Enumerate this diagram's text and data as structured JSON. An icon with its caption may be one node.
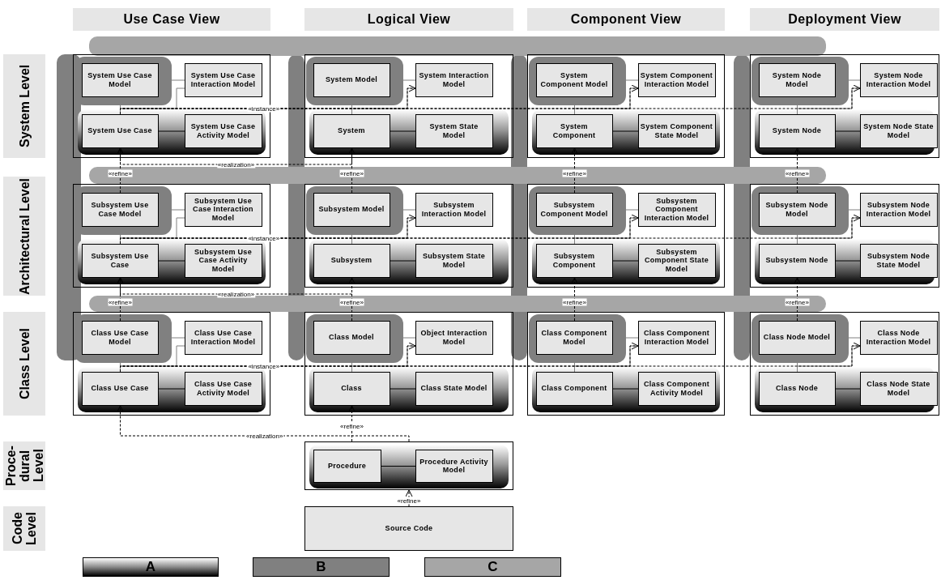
{
  "diagram": {
    "nodes": [
      {
        "text": [
          "Use Case View"
        ]
      },
      {
        "text": [
          "Logical View"
        ]
      },
      {
        "text": [
          "Component View"
        ]
      },
      {
        "text": [
          "Deployment View"
        ]
      },
      {
        "text": [
          "System Level"
        ]
      },
      {
        "text": [
          "Architectural Level"
        ]
      },
      {
        "text": [
          "Class Level"
        ]
      },
      {
        "text": [
          "Proce- dural Level"
        ]
      },
      {
        "text": [
          "Code Level"
        ]
      },
      {
        "text": [],
        "shape": "box"
      },
      {
        "text": [
          "System Use Case Model"
        ],
        "in": 9
      },
      {
        "text": [
          "System Use Case Interaction Model"
        ],
        "in": 9
      },
      {
        "text": [
          "System Use Case"
        ],
        "in": 9
      },
      {
        "text": [
          "System Use Case Activity Model"
        ],
        "in": 9
      },
      {
        "text": [],
        "shape": "box"
      },
      {
        "text": [
          "System Model"
        ],
        "in": 14
      },
      {
        "text": [
          "System Interaction Model"
        ],
        "in": 14
      },
      {
        "text": [
          "System"
        ],
        "in": 14
      },
      {
        "text": [
          "System State Model"
        ],
        "in": 14
      },
      {
        "text": [],
        "shape": "box"
      },
      {
        "text": [
          "System Component Model"
        ],
        "in": 19
      },
      {
        "text": [
          "System Component Interaction Model"
        ],
        "in": 19
      },
      {
        "text": [
          "System Component"
        ],
        "in": 19
      },
      {
        "text": [
          "System Component State Model"
        ],
        "in": 19
      },
      {
        "text": [],
        "shape": "box"
      },
      {
        "text": [
          "System Node Model"
        ],
        "in": 24
      },
      {
        "text": [
          "System Node Interaction Model"
        ],
        "in": 24
      },
      {
        "text": [
          "System Node"
        ],
        "in": 24
      },
      {
        "text": [
          "System Node State Model"
        ],
        "in": 24
      },
      {
        "text": [],
        "shape": "box"
      },
      {
        "text": [
          "Subsystem Use Case Model"
        ],
        "in": 29
      },
      {
        "text": [
          "Subsystem Use Case Interaction Model"
        ],
        "in": 29
      },
      {
        "text": [
          "Subsystem Use Case"
        ],
        "in": 29
      },
      {
        "text": [
          "Subsystem Use Case Activity Model"
        ],
        "in": 29
      },
      {
        "text": [],
        "shape": "box"
      },
      {
        "text": [
          "Subsystem Model"
        ],
        "in": 34
      },
      {
        "text": [
          "Subsystem Interaction Model"
        ],
        "in": 34
      },
      {
        "text": [
          "Subsystem"
        ],
        "in": 34
      },
      {
        "text": [
          "Subsystem State Model"
        ],
        "in": 34
      },
      {
        "text": [],
        "shape": "box"
      },
      {
        "text": [
          "Subsystem Component Model"
        ],
        "in": 39
      },
      {
        "text": [
          "Subsystem Component Interaction Model"
        ],
        "in": 39
      },
      {
        "text": [
          "Subsystem Component"
        ],
        "in": 39
      },
      {
        "text": [
          "Subsystem Component State Model"
        ],
        "in": 39
      },
      {
        "text": [],
        "shape": "box"
      },
      {
        "text": [
          "Subsystem Node Model"
        ],
        "in": 44
      },
      {
        "text": [
          "Subsystem Node Interaction Model"
        ],
        "in": 44
      },
      {
        "text": [
          "Subsystem Node"
        ],
        "in": 44
      },
      {
        "text": [
          "Subsystem Node State Model"
        ],
        "in": 44
      },
      {
        "text": [],
        "shape": "box"
      },
      {
        "text": [
          "Class Use Case Model"
        ],
        "in": 49
      },
      {
        "text": [
          "Class Use Case Interaction Model"
        ],
        "in": 49
      },
      {
        "text": [
          "Class Use Case"
        ],
        "in": 49
      },
      {
        "text": [
          "Class Use Case Activity Model"
        ],
        "in": 49
      },
      {
        "text": [],
        "shape": "box"
      },
      {
        "text": [
          "Class Model"
        ],
        "in": 54
      },
      {
        "text": [
          "Object Interaction Model"
        ],
        "in": 54
      },
      {
        "text": [
          "Class"
        ],
        "in": 54
      },
      {
        "text": [
          "Class State Model"
        ],
        "in": 54
      },
      {
        "text": [],
        "shape": "box"
      },
      {
        "text": [
          "Class Component Model"
        ],
        "in": 59
      },
      {
        "text": [
          "Class Component Interaction Model"
        ],
        "in": 59
      },
      {
        "text": [
          "Class Component"
        ],
        "in": 59
      },
      {
        "text": [
          "Class Component Activity Model"
        ],
        "in": 59
      },
      {
        "text": [],
        "shape": "box"
      },
      {
        "text": [
          "Class Node Model"
        ],
        "in": 64
      },
      {
        "text": [
          "Class Node Interaction Model"
        ],
        "in": 64
      },
      {
        "text": [
          "Class Node"
        ],
        "in": 64
      },
      {
        "text": [
          "Class Node State Model"
        ],
        "in": 64
      },
      {
        "text": [],
        "shape": "box"
      },
      {
        "text": [
          "Procedure"
        ],
        "in": 69
      },
      {
        "text": [
          "Procedure Activity Model"
        ],
        "in": 69
      },
      {
        "text": [
          "Source Code"
        ]
      }
    ],
    "edges": [
      {
        "from": 10,
        "to": 11,
        "arrow": "none"
      },
      {
        "from": 10,
        "to": 12,
        "arrow": "none"
      },
      {
        "from": 12,
        "to": 11,
        "arrow": "none"
      },
      {
        "from": 12,
        "to": 13,
        "arrow": "none",
        "color": "#000000"
      },
      {
        "from": 15,
        "to": 16,
        "arrow": "none"
      },
      {
        "from": 15,
        "to": 17,
        "arrow": "none"
      },
      {
        "from": 17,
        "to": 16,
        "arrow": "none"
      },
      {
        "from": 17,
        "to": 18,
        "arrow": "none",
        "color": "#000000"
      },
      {
        "from": 20,
        "to": 21,
        "arrow": "none"
      },
      {
        "from": 20,
        "to": 22,
        "arrow": "none"
      },
      {
        "from": 22,
        "to": 21,
        "arrow": "none"
      },
      {
        "from": 22,
        "to": 23,
        "arrow": "none",
        "color": "#000000"
      },
      {
        "from": 25,
        "to": 26,
        "arrow": "none"
      },
      {
        "from": 25,
        "to": 27,
        "arrow": "none"
      },
      {
        "from": 27,
        "to": 26,
        "arrow": "none"
      },
      {
        "from": 27,
        "to": 28,
        "arrow": "none",
        "color": "#000000"
      },
      {
        "from": 30,
        "to": 31,
        "arrow": "none"
      },
      {
        "from": 30,
        "to": 32,
        "arrow": "none"
      },
      {
        "from": 32,
        "to": 31,
        "arrow": "none"
      },
      {
        "from": 32,
        "to": 33,
        "arrow": "none",
        "color": "#000000"
      },
      {
        "from": 35,
        "to": 36,
        "arrow": "none"
      },
      {
        "from": 35,
        "to": 37,
        "arrow": "none"
      },
      {
        "from": 37,
        "to": 36,
        "arrow": "none"
      },
      {
        "from": 37,
        "to": 38,
        "arrow": "none",
        "color": "#000000"
      },
      {
        "from": 40,
        "to": 41,
        "arrow": "none"
      },
      {
        "from": 40,
        "to": 42,
        "arrow": "none"
      },
      {
        "from": 42,
        "to": 41,
        "arrow": "none"
      },
      {
        "from": 42,
        "to": 43,
        "arrow": "none",
        "color": "#000000"
      },
      {
        "from": 45,
        "to": 46,
        "arrow": "none"
      },
      {
        "from": 45,
        "to": 47,
        "arrow": "none"
      },
      {
        "from": 47,
        "to": 46,
        "arrow": "none"
      },
      {
        "from": 47,
        "to": 48,
        "arrow": "none",
        "color": "#000000"
      },
      {
        "from": 50,
        "to": 51,
        "arrow": "none"
      },
      {
        "from": 50,
        "to": 52,
        "arrow": "none"
      },
      {
        "from": 52,
        "to": 51,
        "arrow": "none"
      },
      {
        "from": 52,
        "to": 53,
        "arrow": "none",
        "color": "#000000"
      },
      {
        "from": 55,
        "to": 56,
        "arrow": "none"
      },
      {
        "from": 55,
        "to": 57,
        "arrow": "none"
      },
      {
        "from": 57,
        "to": 56,
        "arrow": "none"
      },
      {
        "from": 57,
        "to": 58,
        "arrow": "none",
        "color": "#000000"
      },
      {
        "from": 60,
        "to": 61,
        "arrow": "none"
      },
      {
        "from": 60,
        "to": 62,
        "arrow": "none"
      },
      {
        "from": 62,
        "to": 61,
        "arrow": "none"
      },
      {
        "from": 62,
        "to": 63,
        "arrow": "none",
        "color": "#000000"
      },
      {
        "from": 65,
        "to": 66,
        "arrow": "none"
      },
      {
        "from": 65,
        "to": 67,
        "arrow": "none"
      },
      {
        "from": 67,
        "to": 66,
        "arrow": "none"
      },
      {
        "from": 67,
        "to": 68,
        "arrow": "none",
        "color": "#000000"
      },
      {
        "from": 70,
        "to": 71,
        "arrow": "none",
        "color": "#000000"
      },
      {
        "from": 12,
        "to": 16,
        "arrow": "to",
        "label": "«instance»",
        "style": "dashed",
        "color": "#000000"
      },
      {
        "from": 12,
        "to": 21,
        "arrow": "to",
        "style": "dashed",
        "color": "#000000"
      },
      {
        "from": 12,
        "to": 26,
        "arrow": "to",
        "style": "dashed",
        "color": "#000000"
      },
      {
        "from": 32,
        "to": 36,
        "arrow": "to",
        "label": "«instance»",
        "style": "dashed",
        "color": "#000000"
      },
      {
        "from": 32,
        "to": 41,
        "arrow": "to",
        "style": "dashed",
        "color": "#000000"
      },
      {
        "from": 32,
        "to": 46,
        "arrow": "to",
        "style": "dashed",
        "color": "#000000"
      },
      {
        "from": 52,
        "to": 56,
        "arrow": "to",
        "label": "«instance»",
        "style": "dashed",
        "color": "#000000"
      },
      {
        "from": 52,
        "to": 61,
        "arrow": "to",
        "style": "dashed",
        "color": "#000000"
      },
      {
        "from": 52,
        "to": 66,
        "arrow": "to",
        "style": "dashed",
        "color": "#000000"
      },
      {
        "from": 17,
        "to": 12,
        "arrow": "to",
        "label": "«realization»",
        "style": "dashed",
        "color": "#000000"
      },
      {
        "from": 37,
        "to": 32,
        "arrow": "to",
        "label": "«realization»",
        "style": "dashed",
        "color": "#000000"
      },
      {
        "from": 69,
        "to": 52,
        "arrow": "to",
        "label": "«realization»",
        "style": "dashed",
        "color": "#000000"
      },
      {
        "from": 30,
        "to": 12,
        "arrow": "to",
        "label": "«refine»",
        "style": "dashed",
        "color": "#000000"
      },
      {
        "from": 35,
        "to": 17,
        "arrow": "to",
        "label": "«refine»",
        "style": "dashed",
        "color": "#000000"
      },
      {
        "from": 40,
        "to": 22,
        "arrow": "to",
        "label": "«refine»",
        "style": "dashed",
        "color": "#000000"
      },
      {
        "from": 45,
        "to": 27,
        "arrow": "to",
        "label": "«refine»",
        "style": "dashed",
        "color": "#000000"
      },
      {
        "from": 50,
        "to": 32,
        "arrow": "to",
        "label": "«refine»",
        "style": "dashed",
        "color": "#000000"
      },
      {
        "from": 55,
        "to": 37,
        "arrow": "to",
        "label": "«refine»",
        "style": "dashed",
        "color": "#000000"
      },
      {
        "from": 60,
        "to": 42,
        "arrow": "to",
        "label": "«refine»",
        "style": "dashed",
        "color": "#000000"
      },
      {
        "from": 65,
        "to": 47,
        "arrow": "to",
        "label": "«refine»",
        "style": "dashed",
        "color": "#000000"
      },
      {
        "from": 69,
        "to": 57,
        "arrow": "to",
        "label": "«refine»",
        "style": "dashed",
        "color": "#000000"
      },
      {
        "from": 72,
        "to": 69,
        "arrow": "to",
        "label": "«refine»",
        "style": "dashed",
        "color": "#000000"
      }
    ],
    "legend": [
      {
        "text": "A"
      },
      {
        "text": "B",
        "color": "#808080"
      },
      {
        "text": "C",
        "color": "#a6a6a6"
      }
    ]
  }
}
